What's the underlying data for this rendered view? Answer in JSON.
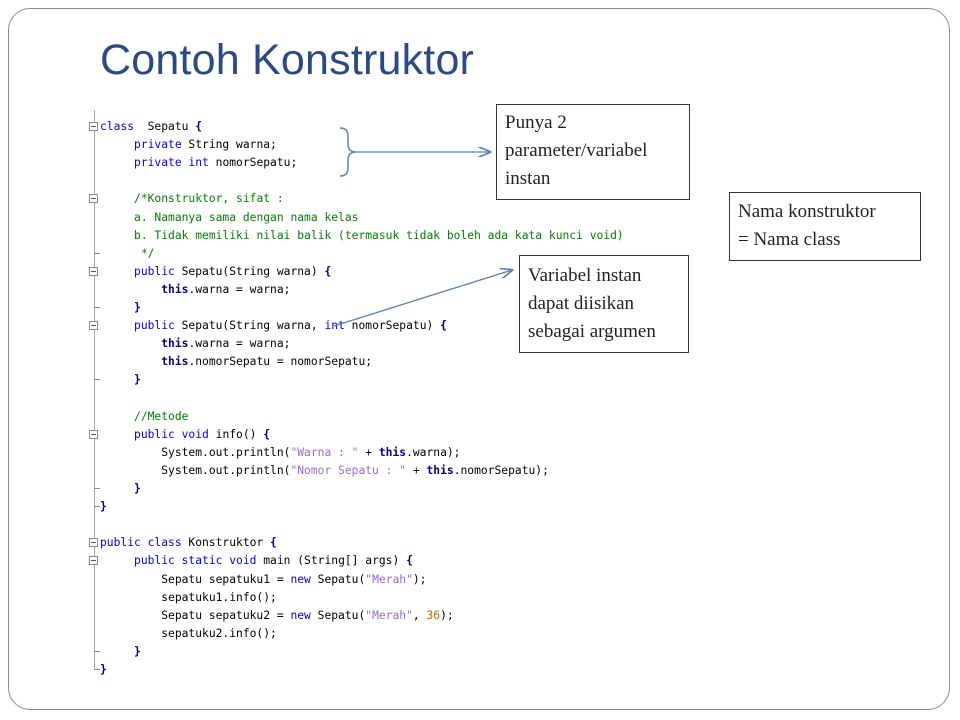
{
  "slide": {
    "title": "Contoh Konstruktor"
  },
  "callouts": {
    "params": [
      "Punya 2",
      "parameter/variabel",
      "instan"
    ],
    "args": [
      "Variabel instan",
      "dapat diisikan",
      "sebagai argumen"
    ],
    "name": [
      "Nama konstruktor",
      "= Nama class"
    ]
  },
  "code": {
    "lines": [
      {
        "marker": "fold",
        "parts": [
          [
            "kw",
            "class"
          ],
          [
            "",
            "  Sepatu "
          ],
          [
            "kwb",
            "{"
          ]
        ]
      },
      {
        "marker": "",
        "parts": [
          [
            "",
            "     "
          ],
          [
            "kw",
            "private"
          ],
          [
            "",
            " String warna;"
          ]
        ]
      },
      {
        "marker": "",
        "parts": [
          [
            "",
            "     "
          ],
          [
            "kw",
            "private"
          ],
          [
            "",
            ""
          ],
          [
            "kw",
            " int"
          ],
          [
            "",
            " nomorSepatu;"
          ]
        ]
      },
      {
        "marker": "",
        "parts": [
          [
            "",
            ""
          ]
        ]
      },
      {
        "marker": "fold",
        "parts": [
          [
            "",
            "     "
          ],
          [
            "cm",
            "/*Konstruktor, sifat :"
          ]
        ]
      },
      {
        "marker": "",
        "parts": [
          [
            "",
            "     "
          ],
          [
            "cm",
            "a. Namanya sama dengan nama kelas"
          ]
        ]
      },
      {
        "marker": "",
        "parts": [
          [
            "",
            "     "
          ],
          [
            "cm",
            "b. Tidak memiliki nilai balik (termasuk tidak boleh ada kata kunci void)"
          ]
        ]
      },
      {
        "marker": "tick",
        "parts": [
          [
            "",
            "      "
          ],
          [
            "cm",
            "*/"
          ]
        ]
      },
      {
        "marker": "fold",
        "parts": [
          [
            "",
            "     "
          ],
          [
            "kw",
            "public"
          ],
          [
            "",
            " Sepatu(String warna) "
          ],
          [
            "kwb",
            "{"
          ]
        ]
      },
      {
        "marker": "",
        "parts": [
          [
            "",
            "         "
          ],
          [
            "kwb",
            "this"
          ],
          [
            "",
            ".warna = warna;"
          ]
        ]
      },
      {
        "marker": "tick",
        "parts": [
          [
            "",
            "     "
          ],
          [
            "kwb",
            "}"
          ]
        ]
      },
      {
        "marker": "fold",
        "parts": [
          [
            "",
            "     "
          ],
          [
            "kw",
            "public"
          ],
          [
            "",
            " Sepatu(String warna, "
          ],
          [
            "kw",
            "int"
          ],
          [
            "",
            " nomorSepatu) "
          ],
          [
            "kwb",
            "{"
          ]
        ]
      },
      {
        "marker": "",
        "parts": [
          [
            "",
            "         "
          ],
          [
            "kwb",
            "this"
          ],
          [
            "",
            ".warna = warna;"
          ]
        ]
      },
      {
        "marker": "",
        "parts": [
          [
            "",
            "         "
          ],
          [
            "kwb",
            "this"
          ],
          [
            "",
            ".nomorSepatu = nomorSepatu;"
          ]
        ]
      },
      {
        "marker": "tick",
        "parts": [
          [
            "",
            "     "
          ],
          [
            "kwb",
            "}"
          ]
        ]
      },
      {
        "marker": "",
        "parts": [
          [
            "",
            ""
          ]
        ]
      },
      {
        "marker": "",
        "parts": [
          [
            "",
            "     "
          ],
          [
            "cm",
            "//Metode"
          ]
        ]
      },
      {
        "marker": "fold",
        "parts": [
          [
            "",
            "     "
          ],
          [
            "kw",
            "public void"
          ],
          [
            "",
            " info() "
          ],
          [
            "kwb",
            "{"
          ]
        ]
      },
      {
        "marker": "",
        "parts": [
          [
            "",
            "         System.out.println("
          ],
          [
            "st",
            "\"Warna : \""
          ],
          [
            "",
            " + "
          ],
          [
            "kwb",
            "this"
          ],
          [
            "",
            ".warna);"
          ]
        ]
      },
      {
        "marker": "",
        "parts": [
          [
            "",
            "         System.out.println("
          ],
          [
            "st",
            "\"Nomor Sepatu : \""
          ],
          [
            "",
            " + "
          ],
          [
            "kwb",
            "this"
          ],
          [
            "",
            ".nomorSepatu);"
          ]
        ]
      },
      {
        "marker": "tick",
        "parts": [
          [
            "",
            "     "
          ],
          [
            "kwb",
            "}"
          ]
        ]
      },
      {
        "marker": "tick",
        "parts": [
          [
            "kwb",
            "}"
          ]
        ]
      },
      {
        "marker": "",
        "parts": [
          [
            "",
            ""
          ]
        ]
      },
      {
        "marker": "fold",
        "parts": [
          [
            "kw",
            "public class"
          ],
          [
            "",
            " Konstruktor "
          ],
          [
            "kwb",
            "{"
          ]
        ]
      },
      {
        "marker": "fold",
        "parts": [
          [
            "",
            "     "
          ],
          [
            "kw",
            "public static void"
          ],
          [
            "",
            " main (String[] args) "
          ],
          [
            "kwb",
            "{"
          ]
        ]
      },
      {
        "marker": "",
        "parts": [
          [
            "",
            "         Sepatu sepatuku1 = "
          ],
          [
            "kw",
            "new"
          ],
          [
            "",
            " Sepatu("
          ],
          [
            "st",
            "\"Merah\""
          ],
          [
            "",
            ");"
          ]
        ]
      },
      {
        "marker": "",
        "parts": [
          [
            "",
            "         sepatuku1.info();"
          ]
        ]
      },
      {
        "marker": "",
        "parts": [
          [
            "",
            "         Sepatu sepatuku2 = "
          ],
          [
            "kw",
            "new"
          ],
          [
            "",
            " Sepatu("
          ],
          [
            "st",
            "\"Merah\""
          ],
          [
            "",
            ", "
          ],
          [
            "num",
            "36"
          ],
          [
            "",
            ");"
          ]
        ]
      },
      {
        "marker": "",
        "parts": [
          [
            "",
            "         sepatuku2.info();"
          ]
        ]
      },
      {
        "marker": "tick",
        "parts": [
          [
            "",
            "     "
          ],
          [
            "kwb",
            "}"
          ]
        ]
      },
      {
        "marker": "tick",
        "parts": [
          [
            "kwb",
            "}"
          ]
        ]
      }
    ]
  }
}
